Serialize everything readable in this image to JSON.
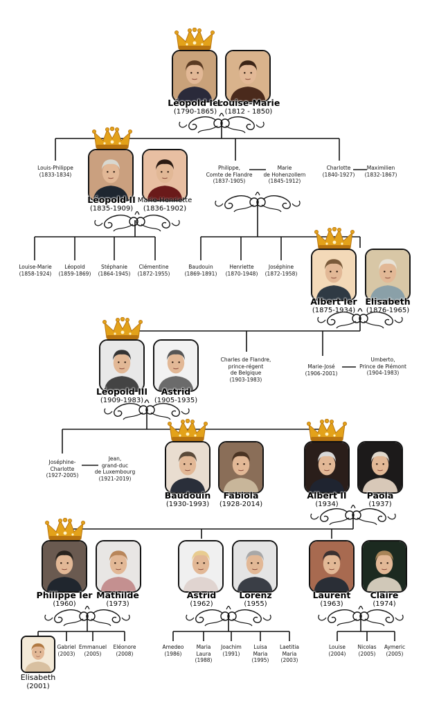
{
  "colors": {
    "line": "#111111",
    "crown_gold": "#e3a21a",
    "crown_dark": "#b87410",
    "frame": "#111111"
  },
  "couples": {
    "leopold1": {
      "a_name": "Léopold Ier",
      "a_years": "(1790-1865)",
      "b_name": "Louise-Marie",
      "b_years": "(1812 - 1850)"
    },
    "leopold2": {
      "a_name": "Léopold II",
      "a_years": "(1835-1909)",
      "b_name": "Marie-Henriette",
      "b_years": "(1836-1902)"
    },
    "philippe_flandre": {
      "a_name": "Philippe,\nComte de Flandre\n(1837-1905)",
      "b_name": "Marie\nde Hohenzollern\n(1845-1912)"
    },
    "charlotte": {
      "a_name": "Charlotte\n(1840-1927)",
      "b_name": "Maximilien\n(1832-1867)"
    },
    "albert1": {
      "a_name": "Albert Ier",
      "a_years": "(1875-1934)",
      "b_name": "Elisabeth",
      "b_years": "(1876-1965)"
    },
    "leopold3": {
      "a_name": "Léopold III",
      "a_years": "(1909-1983)",
      "b_name": "Astrid",
      "b_years": "(1905-1935)"
    },
    "marie_jose": {
      "a_name": "Marie-José\n(1906-2001)",
      "b_name": "Umberto,\nPrince de Piémont\n(1904-1983)"
    },
    "josephine": {
      "a_name": "Joséphine-\nCharlotte\n(1927-2005)",
      "b_name": "Jean,\ngrand-duc\nde Luxembourg\n(1921-2019)"
    },
    "baudouin": {
      "a_name": "Baudouin",
      "a_years": "(1930-1993)",
      "b_name": "Fabiola",
      "b_years": "(1928-2014)"
    },
    "albert2": {
      "a_name": "Albert II",
      "a_years": "(1934)",
      "b_name": "Paola",
      "b_years": "(1937)"
    },
    "philippe": {
      "a_name": "Philippe Ier",
      "a_years": "(1960)",
      "b_name": "Mathilde",
      "b_years": "(1973)"
    },
    "astrid": {
      "a_name": "Astrid",
      "a_years": "(1962)",
      "b_name": "Lorenz",
      "b_years": "(1955)"
    },
    "laurent": {
      "a_name": "Laurent",
      "a_years": "(1963)",
      "b_name": "Claire",
      "b_years": "(1974)"
    }
  },
  "singles": {
    "louis_philippe": "Louis-Philippe\n(1833-1834)",
    "charles": "Charles de Flandre,\nprince-régent\nde Belgique\n(1903-1983)",
    "elisabeth": {
      "name": "Elisabeth",
      "years": "(2001)"
    }
  },
  "children": {
    "leopold2": [
      "Louise-Marie\n(1858-1924)",
      "Léopold\n(1859-1869)",
      "Stéphanie\n(1864-1945)",
      "Clémentine\n(1872-1955)"
    ],
    "philippe_flandre": [
      "Baudouin\n(1869-1891)",
      "Henriette\n(1870-1948)",
      "Joséphine\n(1872-1958)"
    ],
    "philippe": [
      "Gabriel\n(2003)",
      "Emmanuel\n(2005)",
      "Eléonore\n(2008)"
    ],
    "astrid": [
      "Amedeo\n(1986)",
      "Maria\nLaura\n(1988)",
      "Joachim\n(1991)",
      "Luisa\nMaria\n(1995)",
      "Laetitia\nMaria\n(2003)"
    ],
    "laurent": [
      "Louise\n(2004)",
      "Nicolas\n(2005)",
      "Aymeric\n(2005)"
    ]
  },
  "icons": {
    "crown": "crown-icon",
    "ornament": "scroll-ornament-icon",
    "portrait": "portrait-icon"
  }
}
